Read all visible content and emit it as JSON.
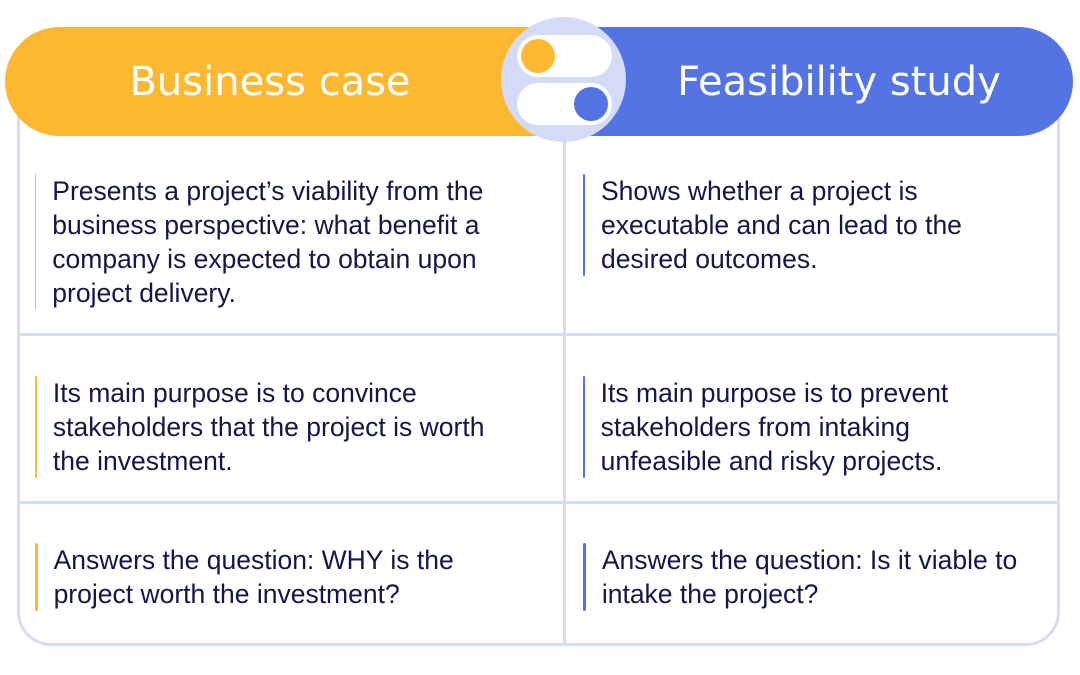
{
  "header": {
    "left_title": "Business case",
    "right_title": "Feasibility study",
    "toggle_icon": "toggle-switches-icon"
  },
  "colors": {
    "business_case": "#fbb830",
    "feasibility_study": "#5474e4",
    "grid": "#d6dcf6",
    "text": "#13164a"
  },
  "rows": [
    {
      "business_case": "Presents a project’s viability from the business perspective: what benefit a company is expected to obtain upon project delivery.",
      "feasibility_study": "Shows whether a project is executable and can lead to the desired outcomes."
    },
    {
      "business_case": "Its main purpose is to convince stakeholders that the project is worth the investment.",
      "feasibility_study": "Its main purpose is to prevent stakeholders from intaking unfeasible and risky projects."
    },
    {
      "business_case": "Answers the question: WHY is the project worth the investment?",
      "feasibility_study": "Answers the question: Is it viable to intake the project?"
    }
  ]
}
